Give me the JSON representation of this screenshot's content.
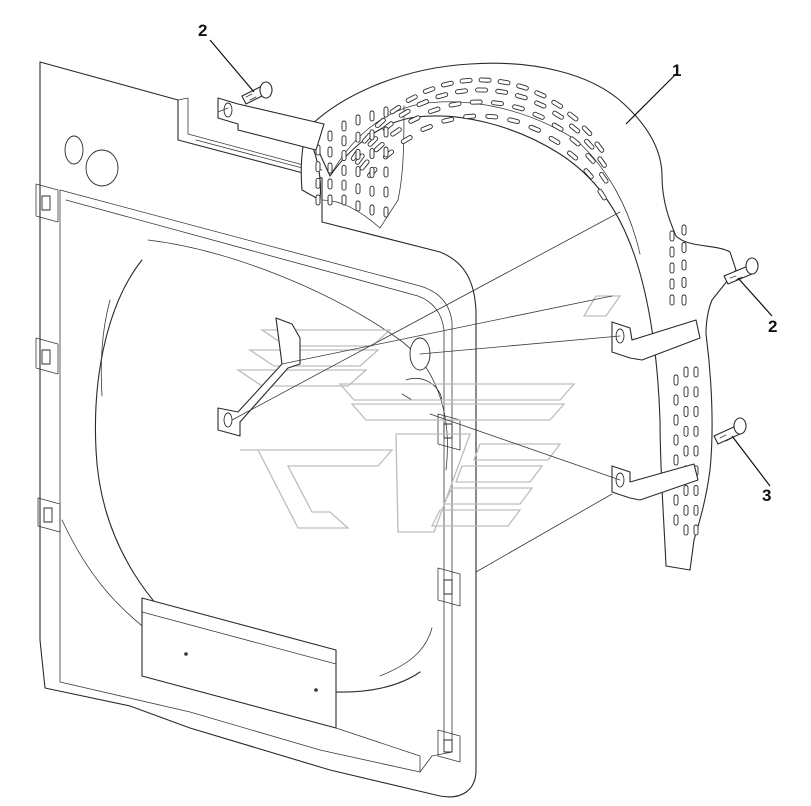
{
  "diagram": {
    "callouts": [
      {
        "id": "guard",
        "label": "1"
      },
      {
        "id": "bolt-top",
        "label": "2"
      },
      {
        "id": "bolt-right",
        "label": "2"
      },
      {
        "id": "bolt-lower",
        "label": "3"
      }
    ]
  }
}
